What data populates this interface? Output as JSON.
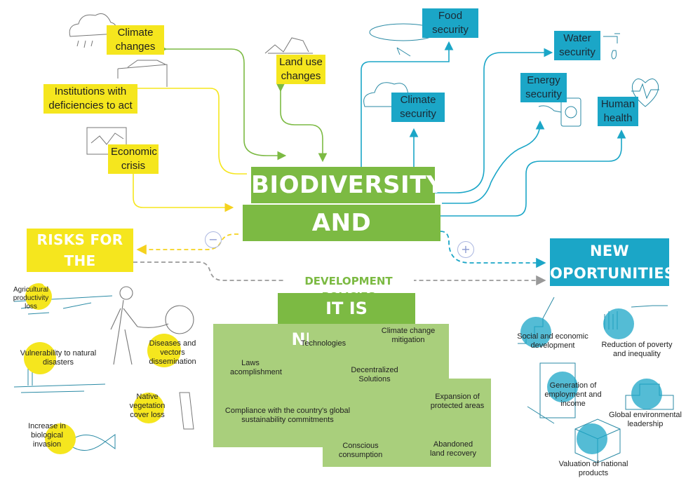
{
  "center": {
    "line1": "BIODIVERSITY",
    "line2": "AND ECOSYSTEMS"
  },
  "threats": {
    "climate_changes": "Climate changes",
    "institutions": "Institutions with deficiencies to act",
    "economic_crisis": "Economic crisis",
    "land_use": "Land use changes"
  },
  "benefits": {
    "food_security": "Food security",
    "climate_security": "Climate security",
    "water_security": "Water security",
    "energy_security": "Energy security",
    "human_health": "Human health"
  },
  "risks": {
    "title": "RISKS FOR THE COUNTRY",
    "items": [
      "Agricultural productivity loss",
      "Vulnerability to natural disasters",
      "Diseases and vectors dissemination",
      "Native vegetation cover loss",
      "Increase in biological invasion"
    ]
  },
  "opportunities": {
    "title": "NEW OPORTUNITIES",
    "items": [
      "Social and economic development",
      "Reduction of poverty and inequality",
      "Generation of employment and income",
      "Global environmental leadership",
      "Valuation of national products"
    ]
  },
  "policies": {
    "label": "DEVELOPMENT POLICIES",
    "necessary": "IT IS NECESSARY",
    "items": [
      "Laws acomplishment",
      "Technologies",
      "Climate change mitigation",
      "Decentralized Solutions",
      "Expansion of protected areas",
      "Compliance with the country's global sustainability commitments",
      "Conscious consumption",
      "Abandoned land recovery"
    ]
  },
  "signs": {
    "minus": "−",
    "plus": "+"
  },
  "colors": {
    "yellow": "#f5e61e",
    "green": "#7cba43",
    "blue": "#1ba6c7",
    "light_green": "#a9cf7c",
    "gray": "#999999"
  }
}
